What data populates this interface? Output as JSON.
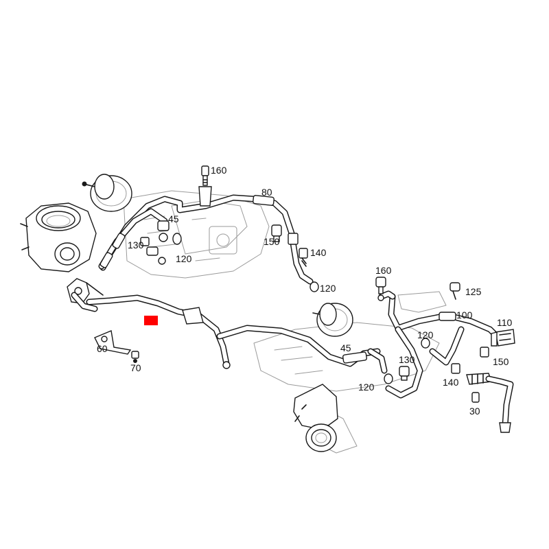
{
  "diagram": {
    "marker_color": "#ff0000",
    "callouts": {
      "c160_top": "160",
      "c80": "80",
      "c45_left": "45",
      "c130_left": "130",
      "c150_left": "150",
      "c120_left": "120",
      "c140_left": "140",
      "c120_top": "120",
      "c160_mid": "160",
      "c125": "125",
      "c100": "100",
      "c110": "110",
      "c120_mid": "120",
      "c45_right": "45",
      "c130_right": "130",
      "c150_right": "150",
      "c140_right": "140",
      "c120_bottom": "120",
      "c30": "30",
      "c60": "60",
      "c70": "70"
    }
  }
}
